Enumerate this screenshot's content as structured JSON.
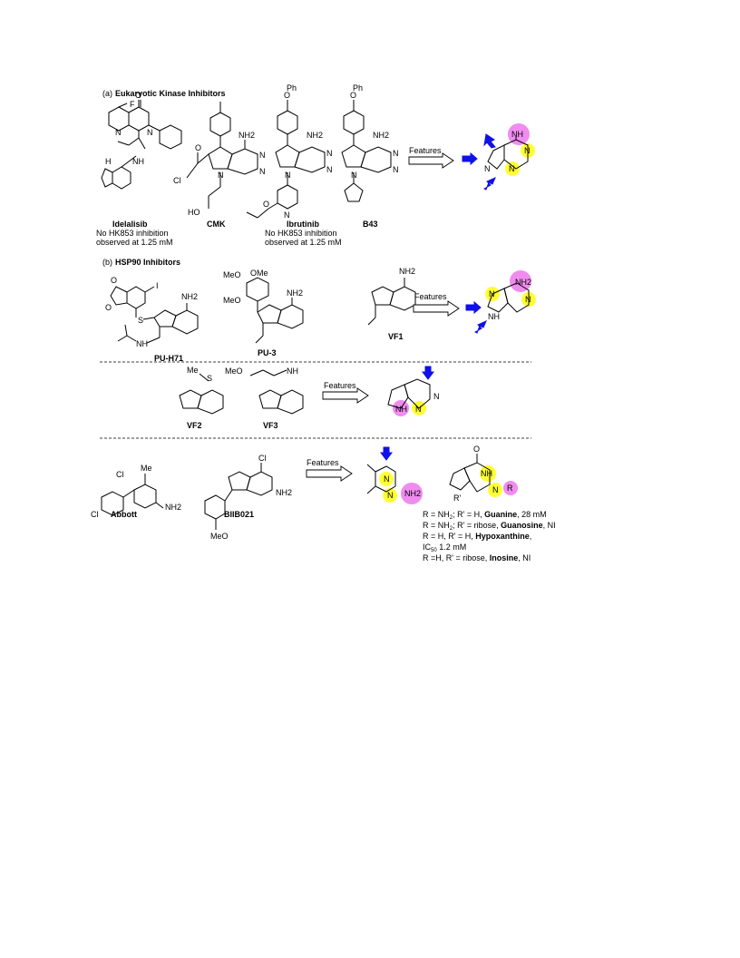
{
  "section_a": {
    "label": "(a)",
    "title": "Eukaryotic Kinase Inhibitors",
    "compounds": [
      {
        "name": "Idelalisib",
        "note1": "No HK853 inhibition",
        "note2": "observed at 1.25 mM"
      },
      {
        "name": "CMK"
      },
      {
        "name": "Ibrutinib",
        "note1": "No HK853 inhibition",
        "note2": "observed at 1.25 mM"
      },
      {
        "name": "B43"
      }
    ],
    "features_label": "Features"
  },
  "section_b": {
    "label": "(b)",
    "title": "HSP90 Inhibitors",
    "compounds_row1": [
      "PU-H71",
      "PU-3",
      "VF1"
    ],
    "compounds_row2": [
      "VF2",
      "VF3"
    ],
    "compounds_row3": [
      "Abbott",
      "BIIB021"
    ],
    "features_label": "Features"
  },
  "atoms": {
    "F": "F",
    "O": "O",
    "N": "N",
    "NH": "NH",
    "NH2": "NH2",
    "H": "H",
    "Cl": "Cl",
    "OPh": "Ph",
    "Me": "Me",
    "MeO": "MeO",
    "OMe": "OMe",
    "S": "S",
    "I": "I",
    "HO": "HO",
    "R": "R",
    "Rp": "R'"
  },
  "table": {
    "rows": [
      {
        "pre": "R = NH",
        "mid": "; R' = H, ",
        "bold": "Guanine",
        "post": ", 28 mM"
      },
      {
        "pre": "R = NH",
        "mid": "; R' = ribose, ",
        "bold": "Guanosine",
        "post": ", NI"
      },
      {
        "pre": "R = H, R' = H, ",
        "mid": "",
        "bold": "Hypoxanthine",
        "post": ","
      },
      {
        "pre": "IC",
        "mid": "50",
        "bold": "",
        "post": " 1.2 mM"
      },
      {
        "pre": "R =H, R' = ribose, ",
        "mid": "",
        "bold": "Inosine",
        "post": ", NI"
      }
    ]
  },
  "colors": {
    "highlight_pink": "#f08cf0",
    "highlight_yellow": "#ffff33",
    "arrow_blue": "#1010e8"
  }
}
